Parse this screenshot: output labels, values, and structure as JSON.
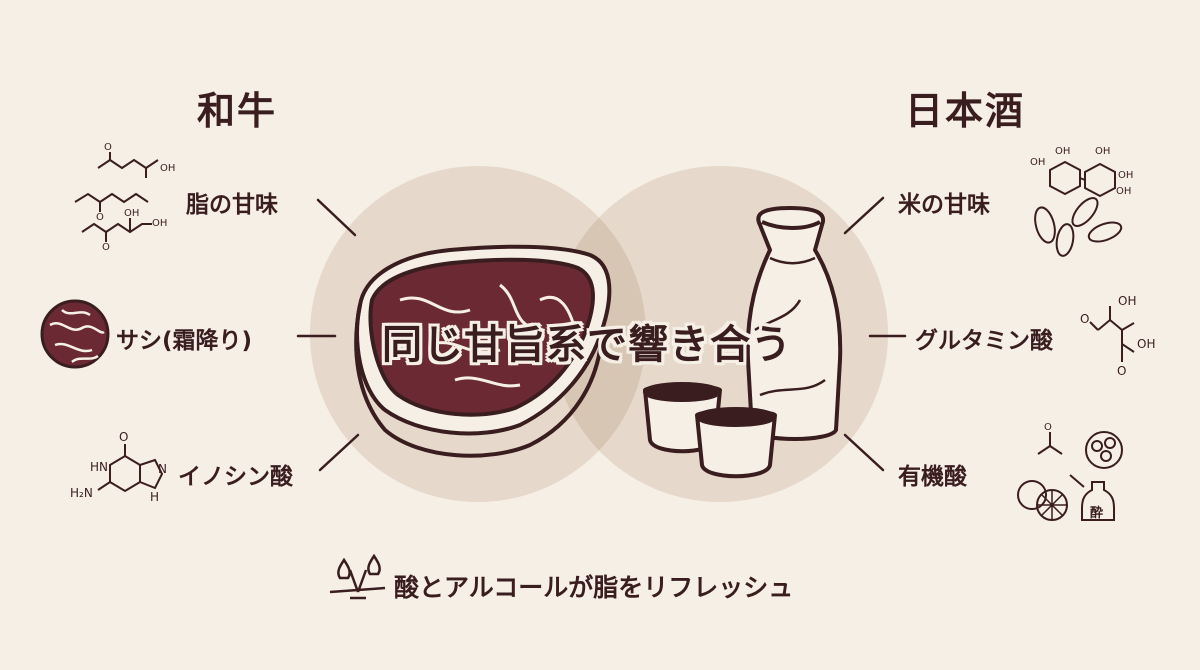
{
  "left": {
    "title": "和牛",
    "items": [
      {
        "label": "脂の甘味",
        "icon": "fatty-acid-structures-icon"
      },
      {
        "label": "サシ(霜降り)",
        "icon": "marbling-icon"
      },
      {
        "label": "イノシン酸",
        "icon": "inosinic-acid-structure-icon"
      }
    ]
  },
  "right": {
    "title": "日本酒",
    "items": [
      {
        "label": "米の甘味",
        "icon": "rice-sugar-icon"
      },
      {
        "label": "グルタミン酸",
        "icon": "glutamic-acid-structure-icon"
      },
      {
        "label": "有機酸",
        "icon": "organic-acid-icon"
      }
    ]
  },
  "center": {
    "text": "同じ甘旨系で響き合う"
  },
  "footer": {
    "text": "酸とアルコールが脂をリフレッシュ",
    "icon": "balance-drops-icon"
  },
  "chem": {
    "oh": "OH",
    "o": "O",
    "nh": "N",
    "hn": "HN",
    "h2n": "H₂N",
    "h": "H",
    "sake_label": "酔"
  },
  "colors": {
    "background": "#f5efe6",
    "ink": "#3a1d1f",
    "circle": "#e6d9cb",
    "overlap": "#d8c6b4",
    "meat": "#6b2a33"
  }
}
